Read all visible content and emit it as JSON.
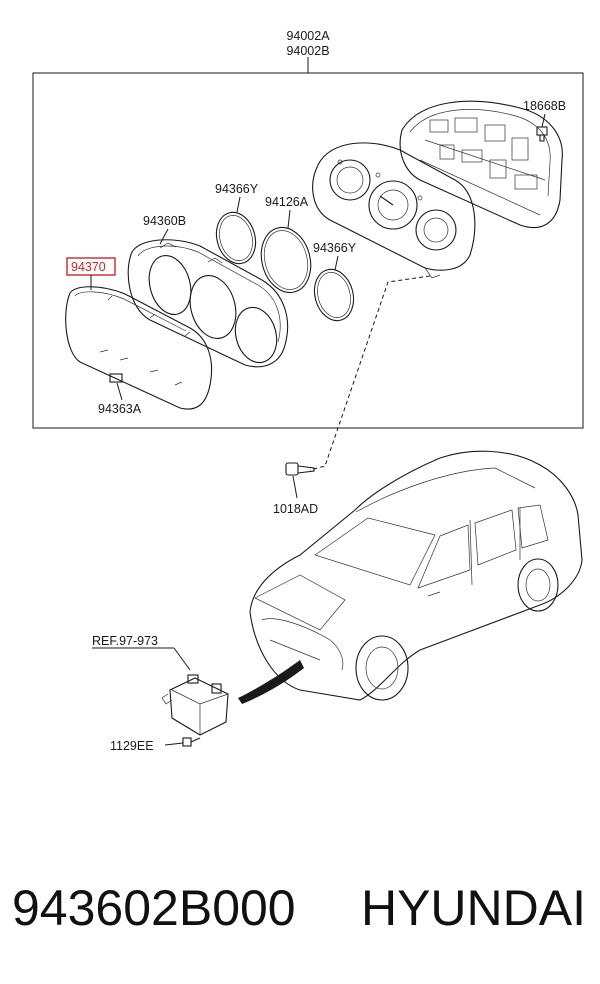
{
  "callouts": {
    "assembly_a": "94002A",
    "assembly_b": "94002B",
    "screw_top": "18668B",
    "ring_upper": "94366Y",
    "ring_lower": "94366Y",
    "ring_center": "94126A",
    "housing": "94360B",
    "lens_highlighted": "94370",
    "clip": "94363A",
    "bolt": "1018AD",
    "reference": "REF.97-973",
    "module_screw": "1129EE"
  },
  "footer": {
    "part_number": "943602B000",
    "brand": "HYUNDAI"
  },
  "colors": {
    "highlight": "#d2232a",
    "line": "#1a1a1a"
  }
}
